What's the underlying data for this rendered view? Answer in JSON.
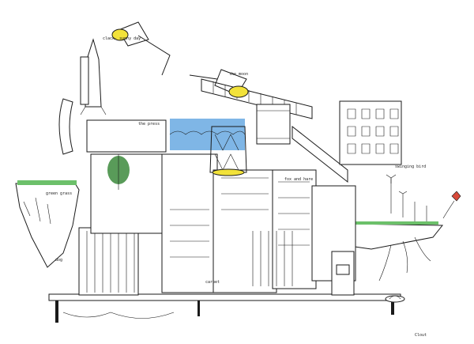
{
  "labels": {
    "lamp_note": "clack- sunny day",
    "moon_note": "the moon",
    "press_note": "the press",
    "green_grass": "green grass",
    "swinging_bird": "swinging bird",
    "dog": "dog",
    "carpet": "carpet",
    "fox_note": "fox and hare",
    "signature": "Clout"
  },
  "colors": {
    "ink": "#1a1a1a",
    "lamp_yellow": "#f2e23a",
    "sky_blue": "#7fb6e6",
    "grass_green": "#6cc06a",
    "plant_green": "#3c8a3c",
    "kite_red": "#d84a3a"
  }
}
